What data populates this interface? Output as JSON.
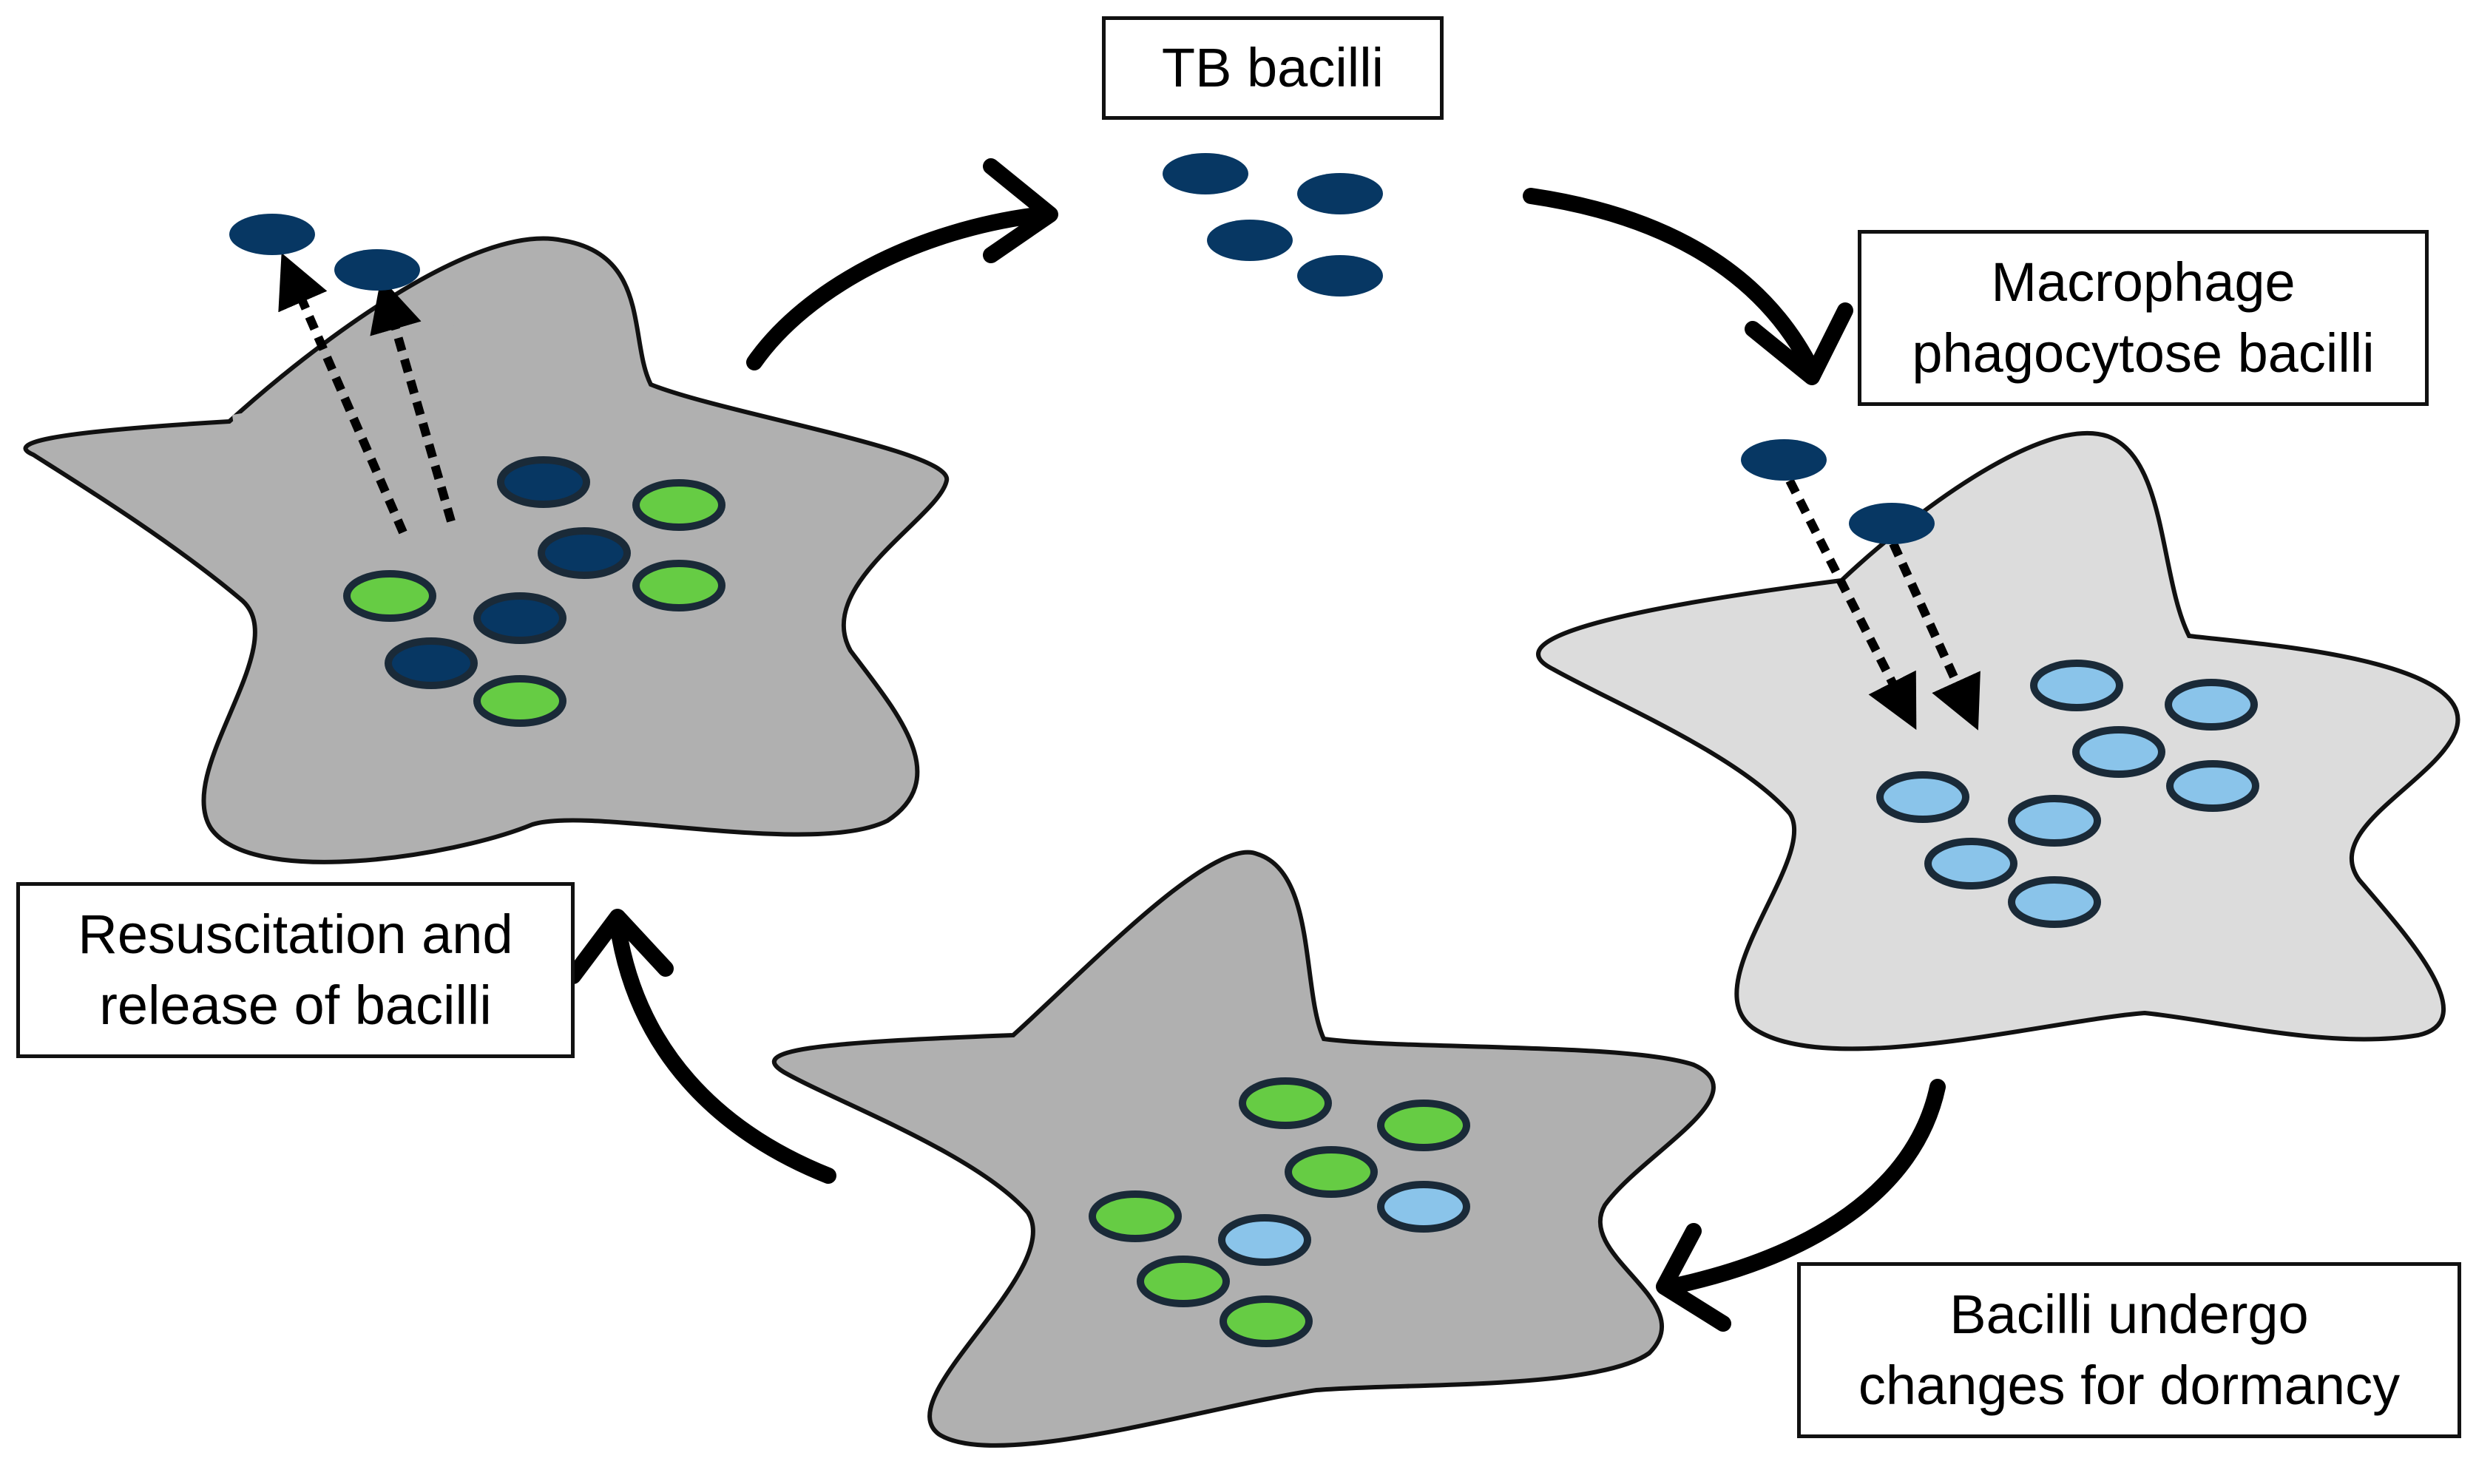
{
  "labels": {
    "tb_bacilli": "TB bacilli",
    "phagocytose": {
      "line1": "Macrophage",
      "line2": "phagocytose bacilli"
    },
    "dormancy": {
      "line1": "Bacilli undergo",
      "line2": "changes for dormancy"
    },
    "resuscitation": {
      "line1": "Resuscitation and",
      "line2": "release of bacilli"
    }
  },
  "colors": {
    "bacillus_active": "#073763",
    "bacillus_dormant": "#66cc44",
    "bacillus_phagocytosed": "#8ac4ea",
    "macrophage_dark": "#b0b0b0",
    "macrophage_light": "#dcdcdc",
    "outline": "#1a2a38"
  }
}
